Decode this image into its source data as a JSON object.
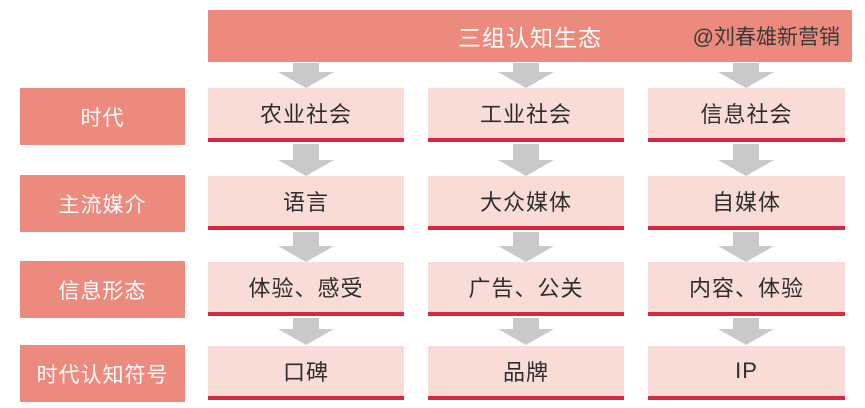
{
  "banner": {
    "title": "三组认知生态",
    "attribution": "@刘春雄新营销"
  },
  "rows": [
    {
      "label": "时代",
      "cells": [
        "农业社会",
        "工业社会",
        "信息社会"
      ]
    },
    {
      "label": "主流媒介",
      "cells": [
        "语言",
        "大众媒体",
        "自媒体"
      ]
    },
    {
      "label": "信息形态",
      "cells": [
        "体验、感受",
        "广告、公关",
        "内容、体验"
      ]
    },
    {
      "label": "时代认知符号",
      "cells": [
        "口碑",
        "品牌",
        "IP"
      ]
    }
  ],
  "colors": {
    "banner": "#ec8a7e",
    "label_box": "#ec8a7e",
    "cell_bg": "#fadcd6",
    "cell_border": "#d4293e",
    "arrow": "#c9c9c9",
    "title_text": "#ffffff",
    "label_text": "#ffffff",
    "cell_text": "#2d2d2d",
    "attribution_text": "#3a3a3a",
    "page_bg": "#ffffff"
  }
}
